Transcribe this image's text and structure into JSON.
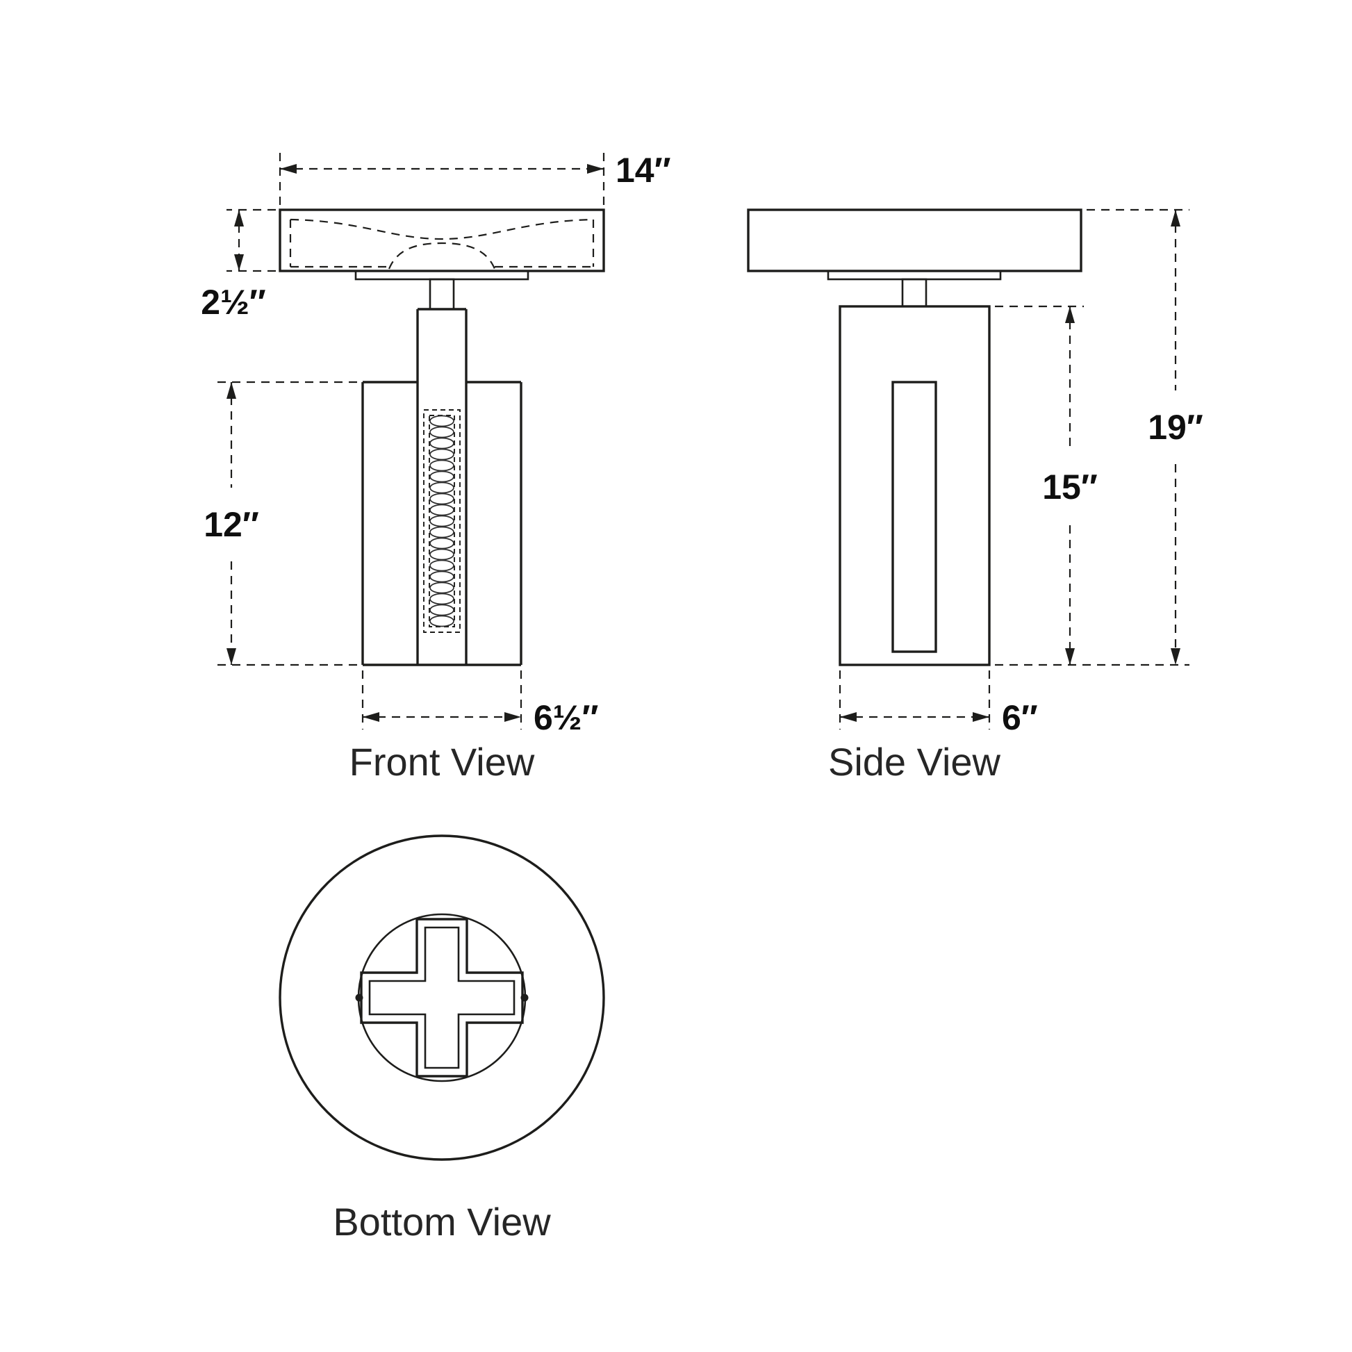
{
  "diagram": {
    "front": {
      "label": "Front View",
      "dim_top_width": "14″",
      "dim_shade_height": "2½″",
      "dim_body_height": "12″",
      "dim_body_width": "6½″"
    },
    "side": {
      "label": "Side View",
      "dim_overall_height": "19″",
      "dim_body_height": "15″",
      "dim_body_depth": "6″"
    },
    "bottom": {
      "label": "Bottom View"
    }
  }
}
